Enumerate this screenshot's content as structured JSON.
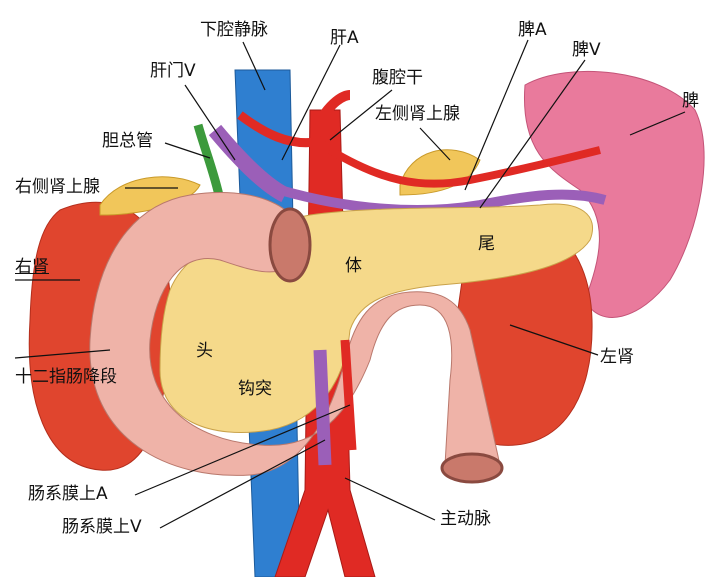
{
  "labels": {
    "ivc": "下腔静脉",
    "hepatic_a": "肝A",
    "splenic_a": "脾A",
    "splenic_v": "脾V",
    "portal_v": "肝门V",
    "celiac": "腹腔干",
    "spleen": "脾",
    "left_adrenal": "左侧肾上腺",
    "bile_duct": "胆总管",
    "right_adrenal": "右侧肾上腺",
    "right_kidney": "右肾",
    "body": "体",
    "tail": "尾",
    "duodenum_desc": "十二指肠降段",
    "head": "头",
    "left_kidney": "左肾",
    "uncinate": "钩突",
    "sma": "肠系膜上A",
    "smv": "肠系膜上V",
    "aorta": "主动脉"
  },
  "colors": {
    "kidney": "#e0452e",
    "spleen": "#e97a9c",
    "vein": "#2f7fd0",
    "artery": "#e02a24",
    "portal": "#9b5fb8",
    "pancreas": "#f5d98a",
    "duodenum": "#efb3a8",
    "adrenal": "#f1c65a",
    "bile": "#3c9a3c"
  }
}
